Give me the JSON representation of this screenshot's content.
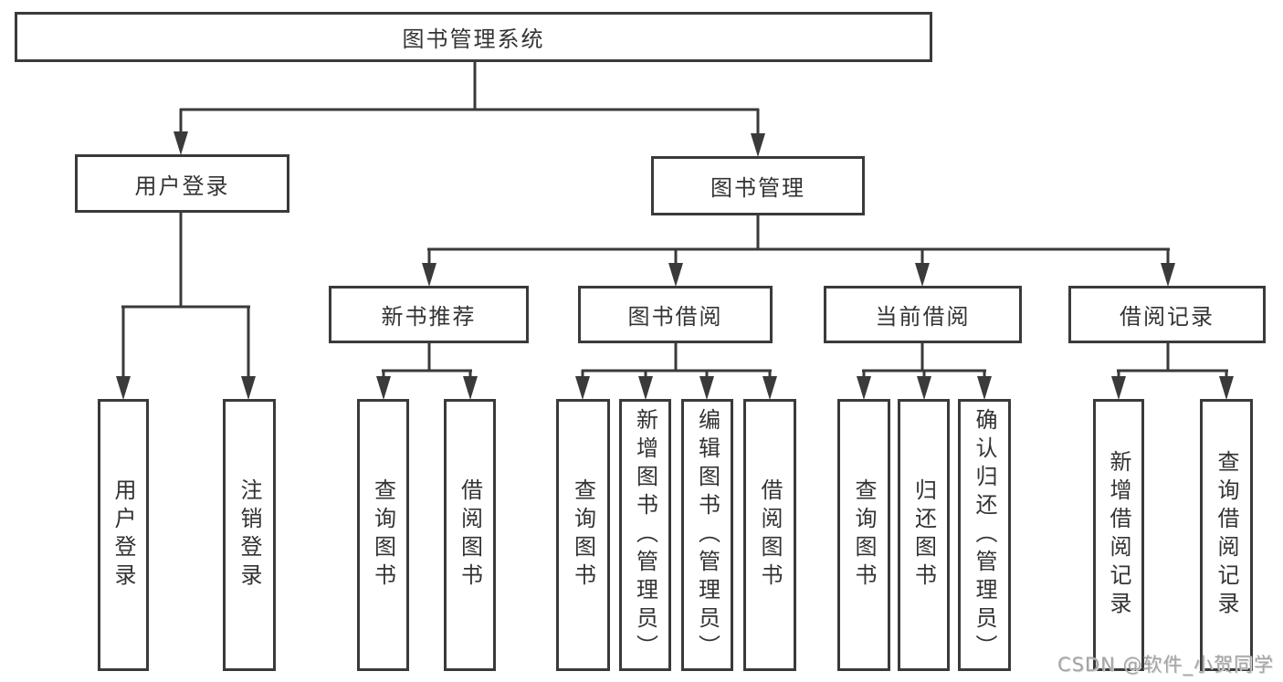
{
  "tree": {
    "root": "图书管理系统",
    "branches": [
      {
        "label": "用户登录",
        "children": [
          "用户登录",
          "注销登录"
        ]
      },
      {
        "label": "图书管理",
        "groups": [
          {
            "label": "新书推荐",
            "children": [
              "查询图书",
              "借阅图书"
            ]
          },
          {
            "label": "图书借阅",
            "children": [
              "查询图书",
              "新增图书（管理员）",
              "编辑图书（管理员）",
              "借阅图书"
            ]
          },
          {
            "label": "当前借阅",
            "children": [
              "查询图书",
              "归还图书",
              "确认归还（管理员）"
            ]
          },
          {
            "label": "借阅记录",
            "children": [
              "新增借阅记录",
              "查询借阅记录"
            ]
          }
        ]
      }
    ]
  },
  "watermark": "CSDN @软件_小贺同学",
  "colors": {
    "line": "#3a3a3a",
    "box_border": "#3a3a3a",
    "text": "#333333",
    "watermark_text": "#a5a5a5",
    "background": "#ffffff"
  }
}
